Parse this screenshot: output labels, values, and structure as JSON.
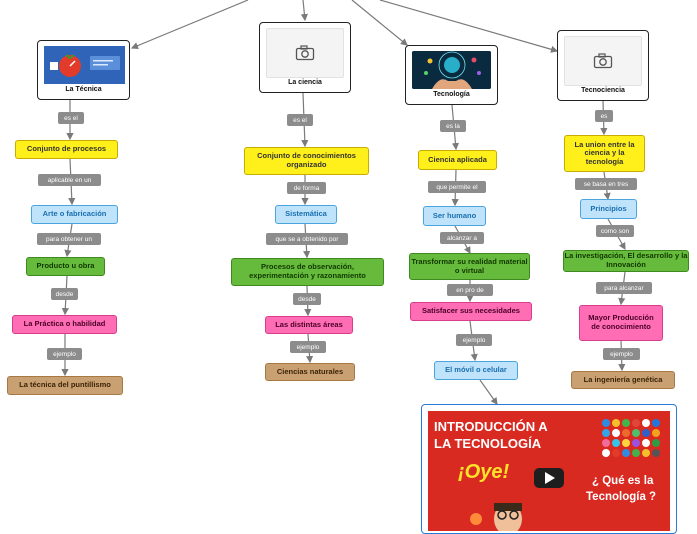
{
  "roots": {
    "tecnica": "La Técnica",
    "ciencia": "La ciencia",
    "tecnologia": "Tecnología",
    "tecnociencia": "Tecnociencia"
  },
  "col1": {
    "l1": "es el",
    "n1": "Conjunto de procesos",
    "l2": "aplicable en un",
    "n2": "Arte o fabricación",
    "l3": "para obtener un",
    "n3": "Producto u obra",
    "l4": "desde",
    "n4": "La Práctica o habilidad",
    "l5": "ejemplo",
    "n5": "La técnica del puntillismo"
  },
  "col2": {
    "l1": "es el",
    "n1": "Conjunto de conocimientos organizado",
    "l2": "de forma",
    "n2": "Sistemática",
    "l3": "que se a obtenido por",
    "n3": "Procesos de observación, experimentación y razonamiento",
    "l4": "desde",
    "n4": "Las distintas áreas",
    "l5": "ejemplo",
    "n5": "Ciencias naturales"
  },
  "col3": {
    "l1": "es la",
    "n1": "Ciencia aplicada",
    "l2": "que permite el",
    "n2": "Ser humano",
    "l3": "alcanzar a",
    "n3": "Transformar su realidad material o virtual",
    "l4": "en pro de",
    "n4": "Satisfacer sus necesidades",
    "l5": "ejemplo",
    "n5": "El móvil o celular"
  },
  "col4": {
    "l1": "es",
    "n1": "La union entre la ciencia y la tecnología",
    "l2": "se basa en tres",
    "n2": "Principios",
    "l3": "como son",
    "n3": "La investigación, El desarrollo y la Innovación",
    "l4": "para alcanzar",
    "n4": "Mayor Producción de conocimiento",
    "l5": "ejemplo",
    "n5": "La ingeniería genética"
  },
  "video": {
    "title_line1": "INTRODUCCIÓN A",
    "title_line2": "LA TECNOLOGÍA",
    "exclaim": "¡Oye!",
    "question_line1": "¿ Qué es la",
    "question_line2": "Tecnología ?"
  },
  "colors": {
    "yellow": "#ffef1a",
    "blue": "#bfe3fb",
    "green": "#66bb3c",
    "pink": "#ff6db4",
    "tan": "#c9a071",
    "label": "#8c8c8c",
    "video_bg": "#d92a22"
  }
}
